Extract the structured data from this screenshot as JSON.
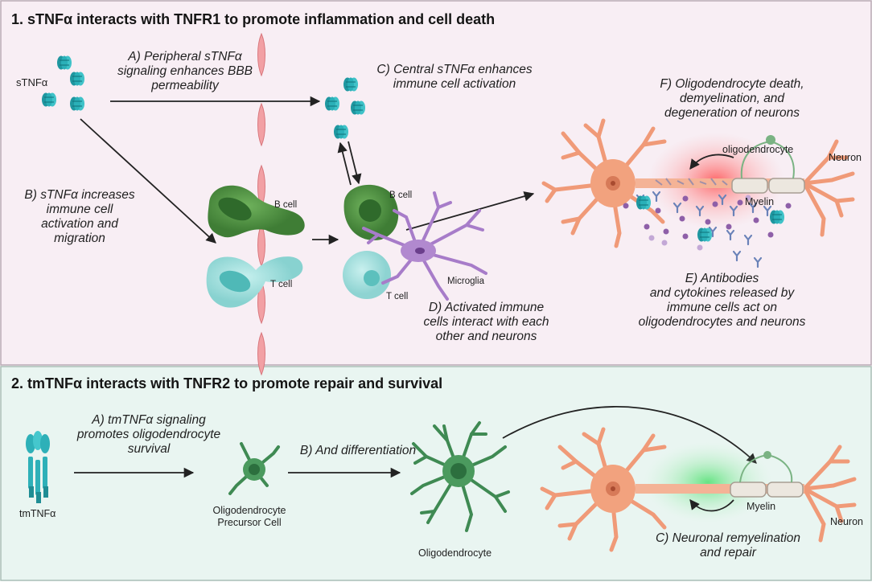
{
  "panel1": {
    "title": "1. sTNFα interacts with TNFR1 to promote inflammation and cell death",
    "labels": {
      "stnfa": "sTNFα",
      "a": "A) Peripheral sTNFα\nsignaling enhances BBB\npermeability",
      "b": "B) sTNFα increases\nimmune cell\nactivation and\nmigration",
      "c": "C) Central sTNFα enhances\nimmune cell activation",
      "d": "D) Activated immune\ncells interact with each\nother and neurons",
      "e": "E) Antibodies\nand cytokines released by\nimmune cells act on\noligodendrocytes and neurons",
      "f": "F) Oligodendrocyte death,\ndemyelination, and\ndegeneration of neurons",
      "b_cell_left": "B cell",
      "t_cell_left": "T cell",
      "b_cell_right": "B cell",
      "t_cell_right": "T cell",
      "microglia": "Microglia",
      "oligodendrocyte": "oligodendrocyte",
      "neuron": "Neuron",
      "myelin": "Myelin"
    }
  },
  "panel2": {
    "title": "2. tmTNFα interacts with TNFR2 to promote repair and survival",
    "labels": {
      "tmtnfa": "tmTNFα",
      "a": "A) tmTNFα signaling\npromotes oligodendrocyte\nsurvival",
      "b": "B) And differentiation",
      "c": "C) Neuronal remyelination\nand repair",
      "opc": "Oligodendrocyte\nPrecursor Cell",
      "oligodendrocyte": "Oligodendrocyte",
      "myelin": "Myelin",
      "neuron": "Neuron"
    }
  },
  "colors": {
    "panel1_bg": "#f8eef4",
    "panel2_bg": "#e9f5f1",
    "neuron": "#f2a27e",
    "b_cell": "#5a9a4c",
    "t_cell": "#8fd7d6",
    "microglia": "#b189cf",
    "oligo": "#3f8a53",
    "tnf": "#2eb0b8",
    "antibody": "#6a82b8",
    "cytokine": "#8e5fa8",
    "inflammation_glow": "#ff5a5a",
    "repair_glow": "#6ddc83"
  }
}
